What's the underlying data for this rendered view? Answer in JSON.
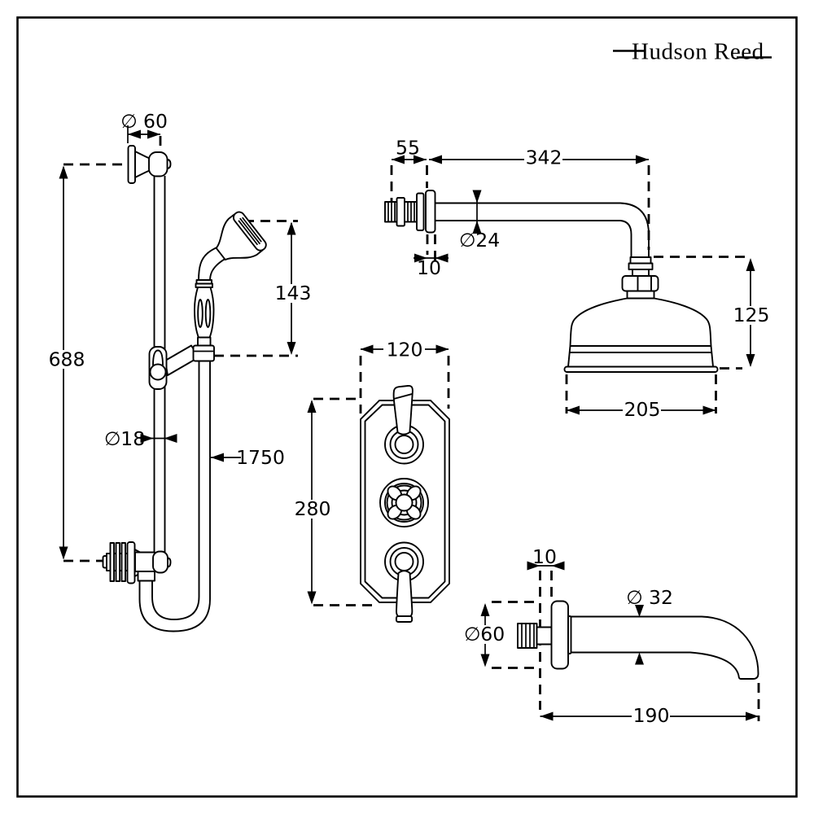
{
  "window": {
    "background": "#ffffff",
    "border_color": "#000000"
  },
  "brand": {
    "logo_text": "Hudson Reed"
  },
  "drawing": {
    "slide_rail_kit": {
      "bracket_diameter": "∅ 60",
      "rail_height": "688",
      "handset_length": "143",
      "rail_diameter": "∅18",
      "hose_length": "1750"
    },
    "shower_arm": {
      "wall_stem_length": "55",
      "projection": "342",
      "arm_diameter": "∅24",
      "wall_plate_thickness": "10"
    },
    "shower_head": {
      "head_height": "125",
      "head_diameter": "205"
    },
    "valve": {
      "plate_width": "120",
      "plate_height": "280"
    },
    "bath_spout": {
      "wall_plate_thickness": "10",
      "flange_diameter": "∅60",
      "spout_diameter": "∅ 32",
      "projection": "190"
    }
  }
}
